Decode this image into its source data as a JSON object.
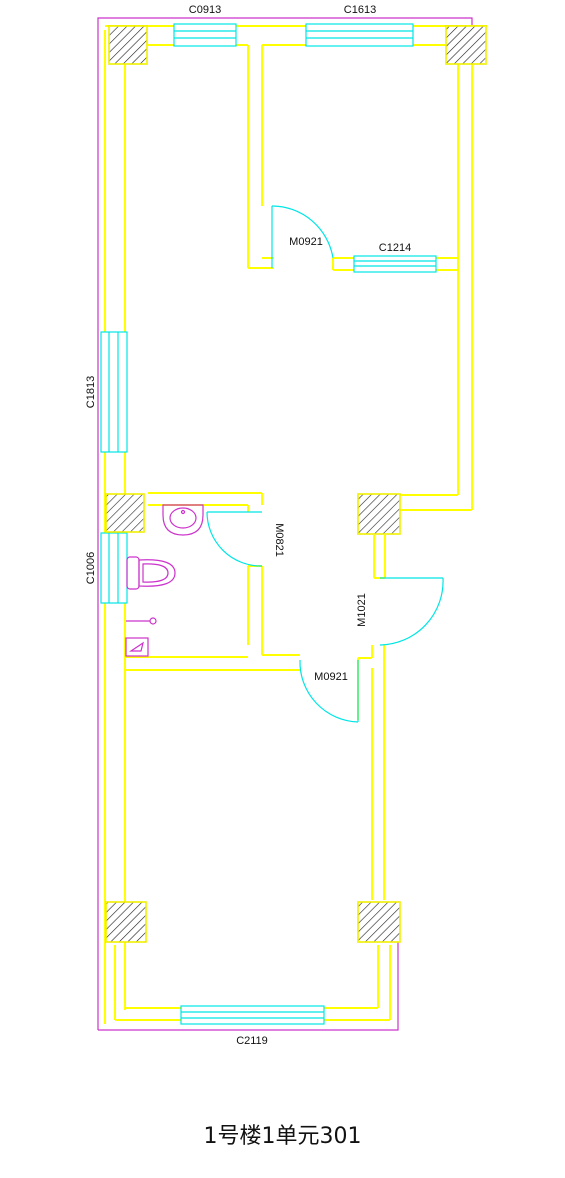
{
  "plan": {
    "caption": "1号楼1单元301",
    "colors": {
      "wall": "#ffff00",
      "window": "#00e5e5",
      "door": "#00e5e5",
      "boundary": "#cc33cc",
      "column": "#111111",
      "fixture": "#cc33cc"
    },
    "windows": [
      {
        "id": "C0913",
        "label": "C0913"
      },
      {
        "id": "C1613",
        "label": "C1613"
      },
      {
        "id": "C1214",
        "label": "C1214"
      },
      {
        "id": "C1813",
        "label": "C1813"
      },
      {
        "id": "C1006",
        "label": "C1006"
      },
      {
        "id": "C2119",
        "label": "C2119"
      }
    ],
    "doors": [
      {
        "id": "M0921-upper",
        "label": "M0921"
      },
      {
        "id": "M0821",
        "label": "M0821"
      },
      {
        "id": "M1021",
        "label": "M1021"
      },
      {
        "id": "M0921-lower",
        "label": "M0921"
      }
    ]
  }
}
